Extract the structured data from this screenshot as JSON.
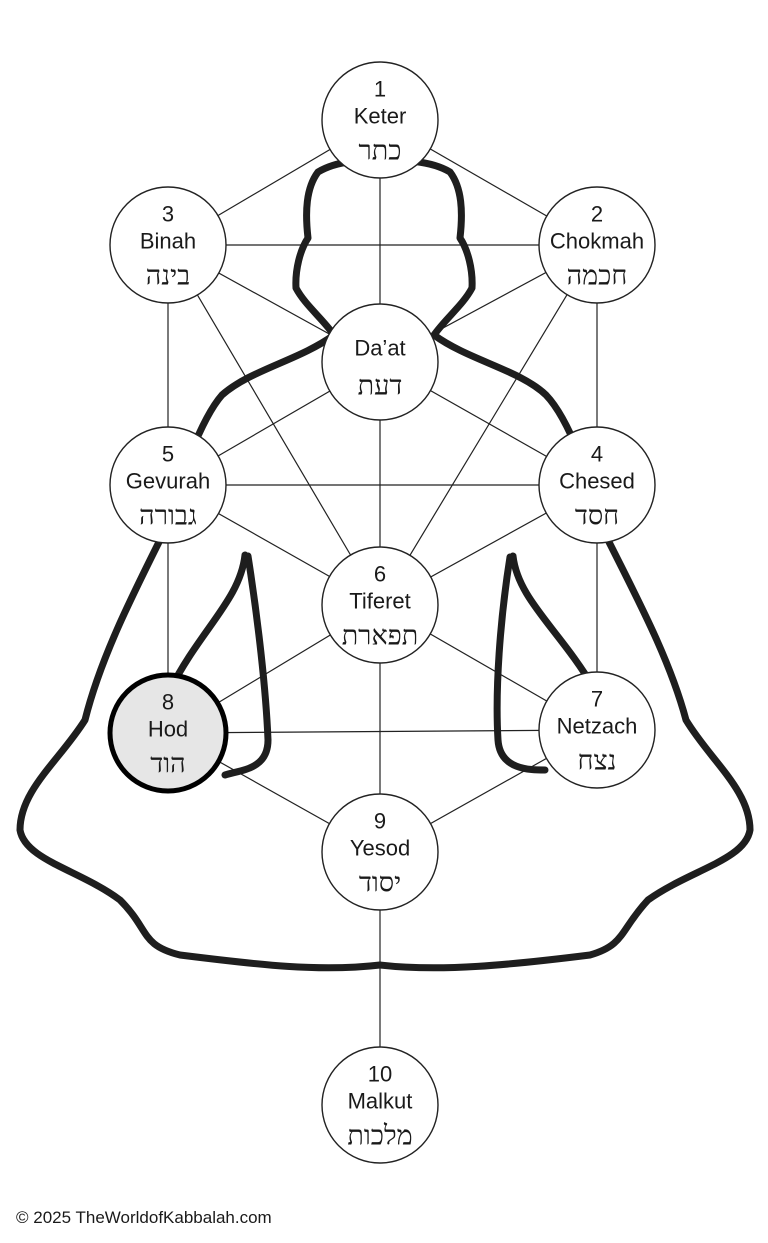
{
  "diagram": {
    "title": "",
    "sefirot": [
      {
        "id": "keter",
        "number": "1",
        "name": "Keter",
        "hebrew": "כתר",
        "highlighted": false
      },
      {
        "id": "chokmah",
        "number": "2",
        "name": "Chokmah",
        "hebrew": "חכמה",
        "highlighted": false
      },
      {
        "id": "binah",
        "number": "3",
        "name": "Binah",
        "hebrew": "בינה",
        "highlighted": false
      },
      {
        "id": "daat",
        "number": "",
        "name": "Da’at",
        "hebrew": "דעת",
        "highlighted": false
      },
      {
        "id": "chesed",
        "number": "4",
        "name": "Chesed",
        "hebrew": "חסד",
        "highlighted": false
      },
      {
        "id": "gevurah",
        "number": "5",
        "name": "Gevurah",
        "hebrew": "גבורה",
        "highlighted": false
      },
      {
        "id": "tiferet",
        "number": "6",
        "name": "Tiferet",
        "hebrew": "תפארת",
        "highlighted": false
      },
      {
        "id": "netzach",
        "number": "7",
        "name": "Netzach",
        "hebrew": "נצח",
        "highlighted": false
      },
      {
        "id": "hod",
        "number": "8",
        "name": "Hod",
        "hebrew": "הוד",
        "highlighted": true
      },
      {
        "id": "yesod",
        "number": "9",
        "name": "Yesod",
        "hebrew": "יסוד",
        "highlighted": false
      },
      {
        "id": "malkut",
        "number": "10",
        "name": "Malkut",
        "hebrew": "מלכות",
        "highlighted": false
      }
    ],
    "connections": [
      [
        "keter",
        "binah"
      ],
      [
        "keter",
        "chokmah"
      ],
      [
        "keter",
        "daat"
      ],
      [
        "binah",
        "chokmah"
      ],
      [
        "binah",
        "daat"
      ],
      [
        "chokmah",
        "daat"
      ],
      [
        "binah",
        "gevurah"
      ],
      [
        "chokmah",
        "chesed"
      ],
      [
        "binah",
        "tiferet"
      ],
      [
        "chokmah",
        "tiferet"
      ],
      [
        "daat",
        "gevurah"
      ],
      [
        "daat",
        "chesed"
      ],
      [
        "daat",
        "tiferet"
      ],
      [
        "gevurah",
        "chesed"
      ],
      [
        "gevurah",
        "tiferet"
      ],
      [
        "chesed",
        "tiferet"
      ],
      [
        "gevurah",
        "hod"
      ],
      [
        "chesed",
        "netzach"
      ],
      [
        "tiferet",
        "hod"
      ],
      [
        "tiferet",
        "netzach"
      ],
      [
        "tiferet",
        "yesod"
      ],
      [
        "hod",
        "netzach"
      ],
      [
        "hod",
        "yesod"
      ],
      [
        "netzach",
        "yesod"
      ],
      [
        "yesod",
        "malkut"
      ]
    ],
    "colors": {
      "line": "#222222",
      "silhouette": "#1e1e1e",
      "highlight_fill": "#e6e6e6",
      "highlight_stroke": "#000000"
    }
  },
  "footer": {
    "copyright": "© 2025 TheWorldofKabbalah.com"
  }
}
